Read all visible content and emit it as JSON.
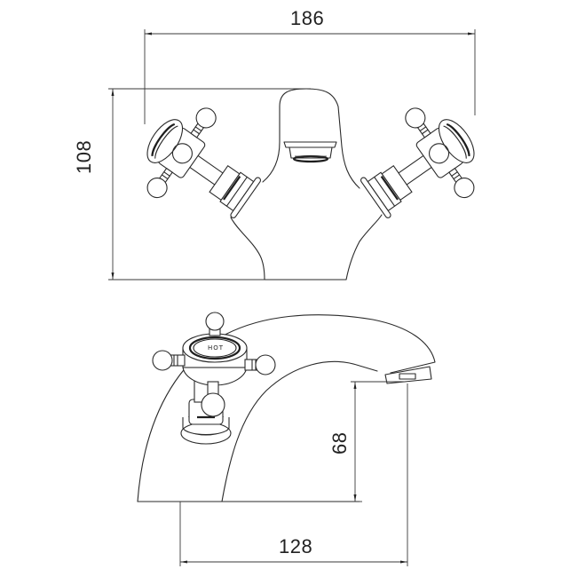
{
  "drawing": {
    "subject": "Mono basin mixer tap with cross-head handles",
    "line_color": "#2a2a2a",
    "background": "#ffffff",
    "views": [
      {
        "name": "front-view",
        "description": "Front elevation with two cross-head handles and central spout"
      },
      {
        "name": "side-view",
        "description": "Side elevation with HOT indexed handle and curved spout"
      }
    ]
  },
  "dimensions": {
    "overall_width": {
      "value": "186",
      "unit": "mm",
      "orientation": "horizontal"
    },
    "overall_height": {
      "value": "108",
      "unit": "mm",
      "orientation": "vertical"
    },
    "spout_height": {
      "value": "68",
      "unit": "mm",
      "orientation": "vertical"
    },
    "spout_reach": {
      "value": "128",
      "unit": "mm",
      "orientation": "horizontal"
    }
  },
  "labels": {
    "handle_index": "HOT"
  }
}
